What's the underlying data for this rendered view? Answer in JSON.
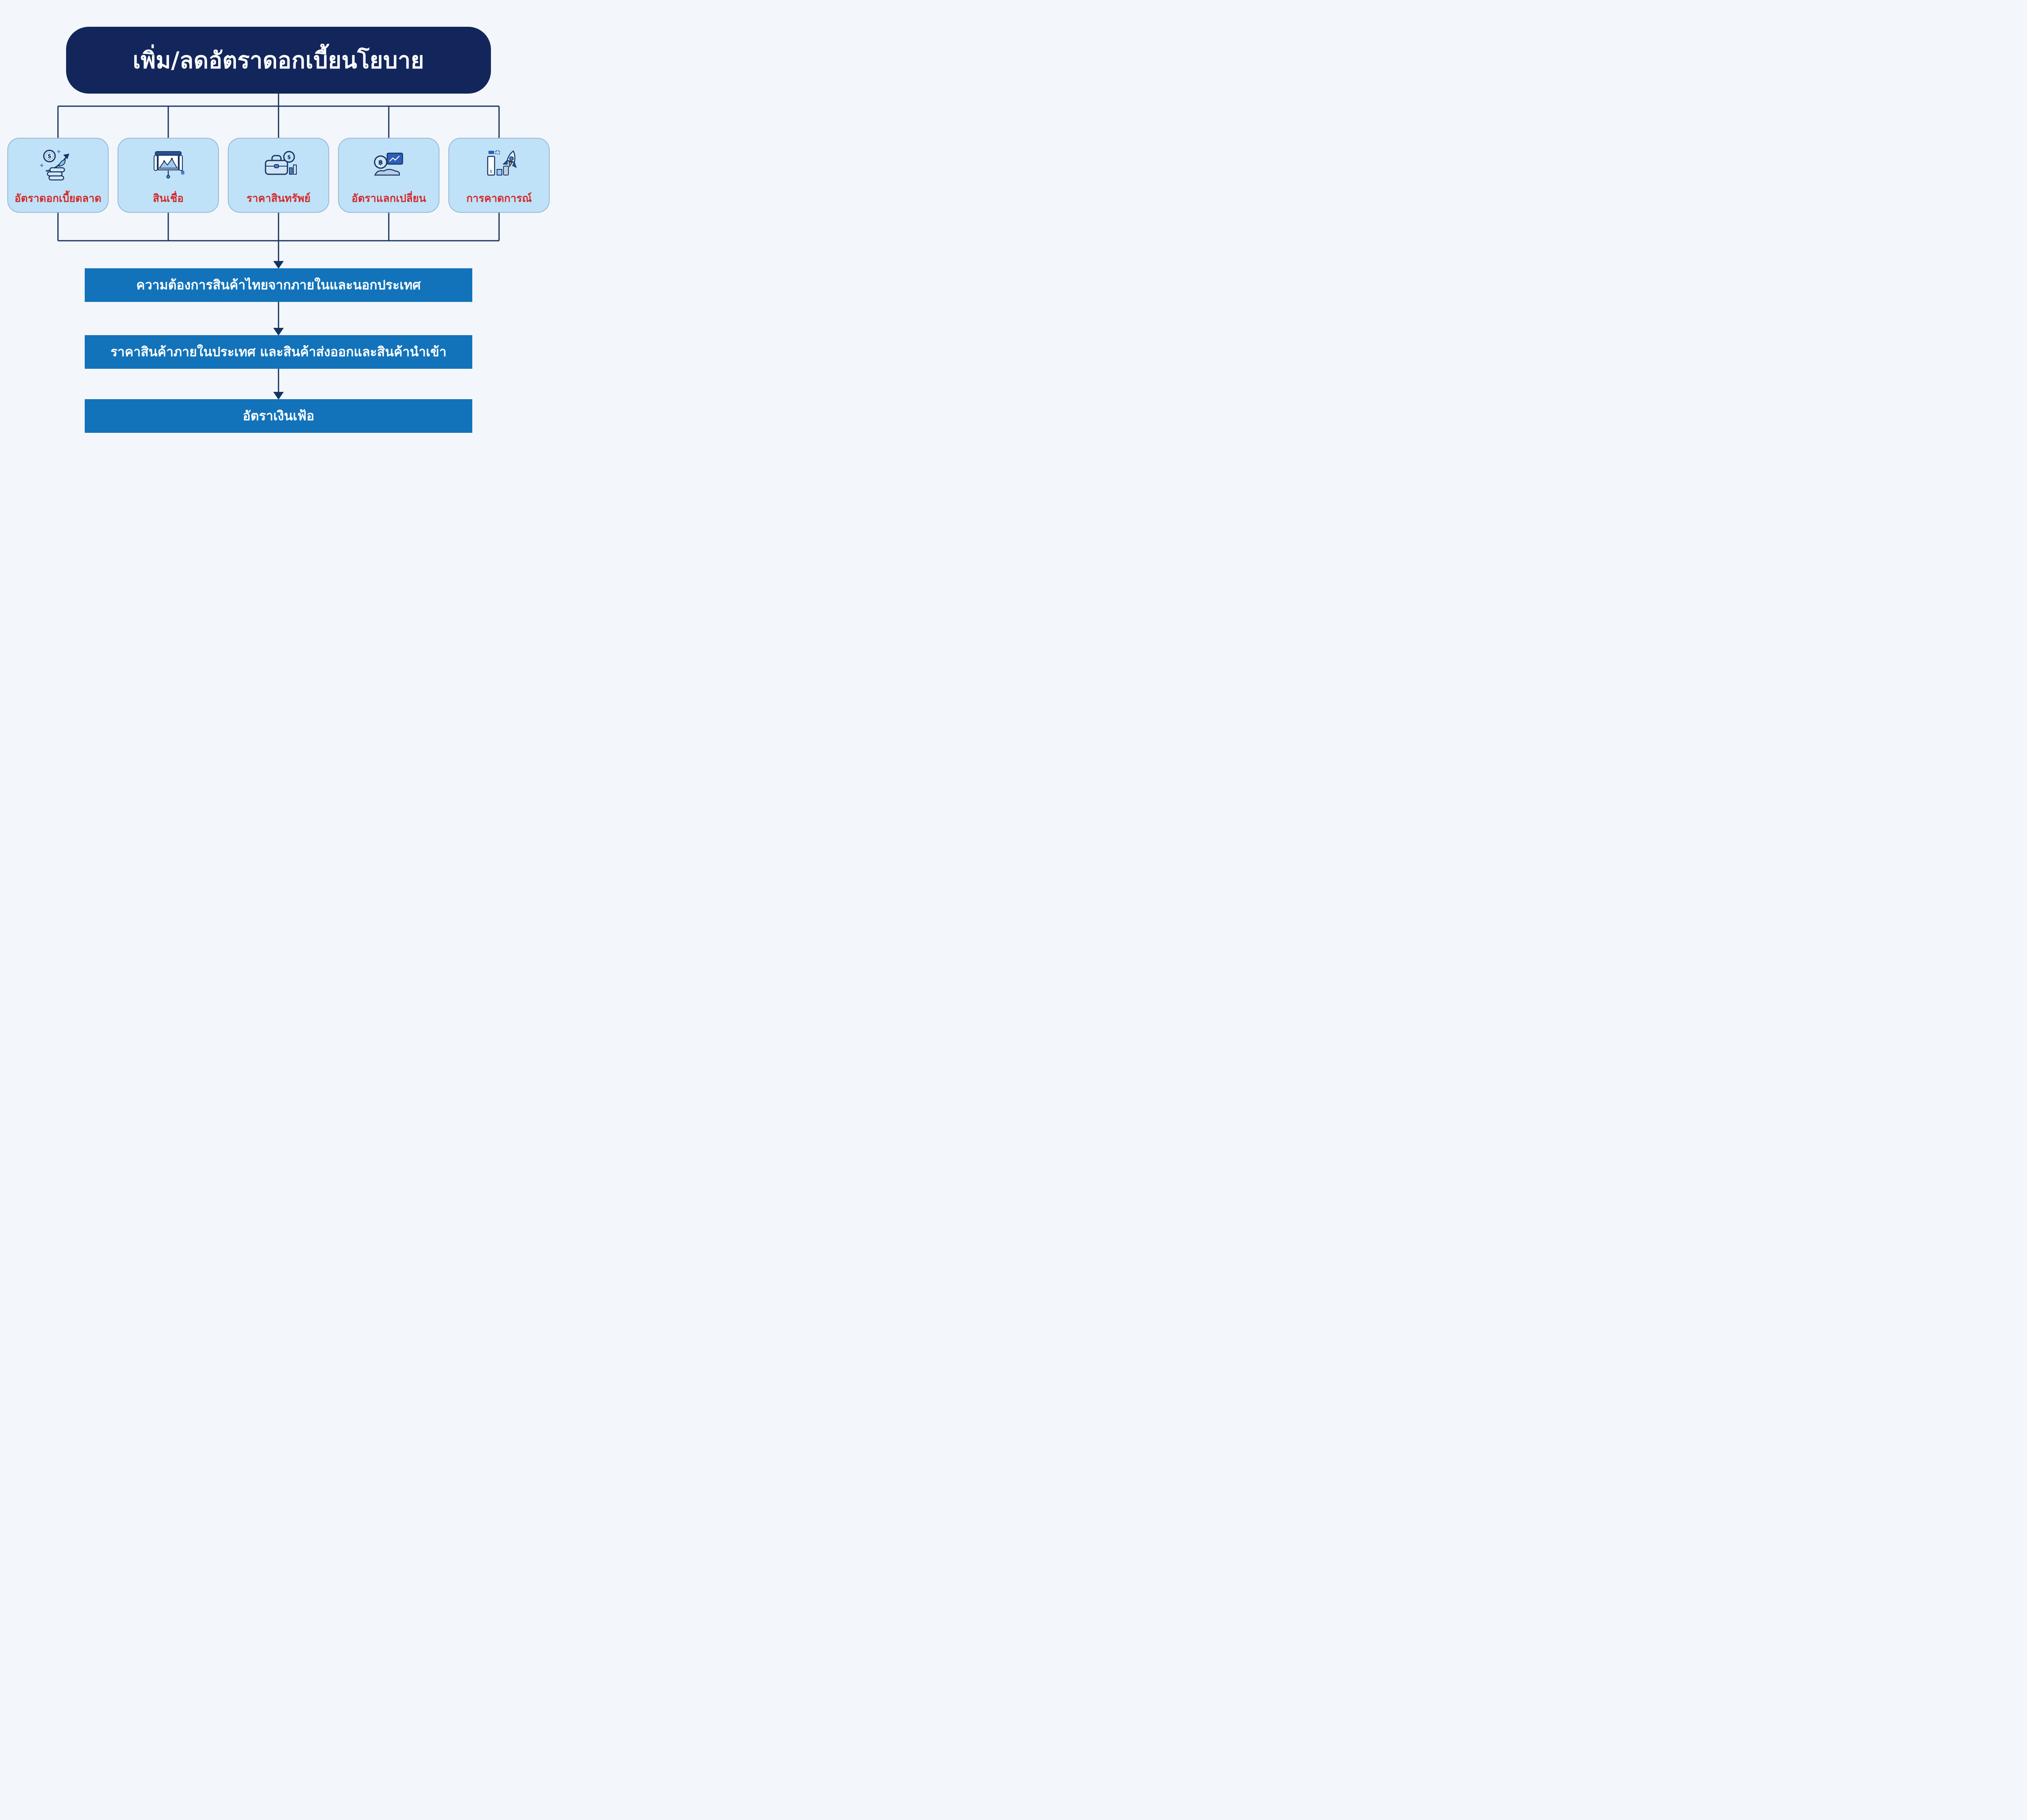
{
  "title": "เพิ่ม/ลดอัตราดอกเบี้ยนโยบาย",
  "factors": [
    {
      "label": "อัตราดอกเบี้ยตลาด",
      "icon": "coins-growth-icon"
    },
    {
      "label": "สินเชื่อ",
      "icon": "presentation-chart-icon"
    },
    {
      "label": "ราคาสินทรัพย์",
      "icon": "briefcase-money-icon"
    },
    {
      "label": "อัตราแลกเปลี่ยน",
      "icon": "currency-exchange-icon"
    },
    {
      "label": "การคาดการณ์",
      "icon": "forecast-rocket-icon"
    }
  ],
  "flow_steps": [
    {
      "label": "ความต้องการสินค้าไทยจากภายในและนอกประเทศ"
    },
    {
      "label": "ราคาสินค้าภายในประเทศ และสินค้าส่งออกและสินค้านำเข้า"
    },
    {
      "label": "อัตราเงินเฟ้อ"
    }
  ],
  "colors": {
    "background": "#f3f6fa",
    "title_box": "#13265c",
    "factor_card": "#bfe2f8",
    "factor_label": "#d42a2a",
    "flow_banner": "#1273ba",
    "connector": "#16335f",
    "text_on_dark": "#ffffff"
  }
}
